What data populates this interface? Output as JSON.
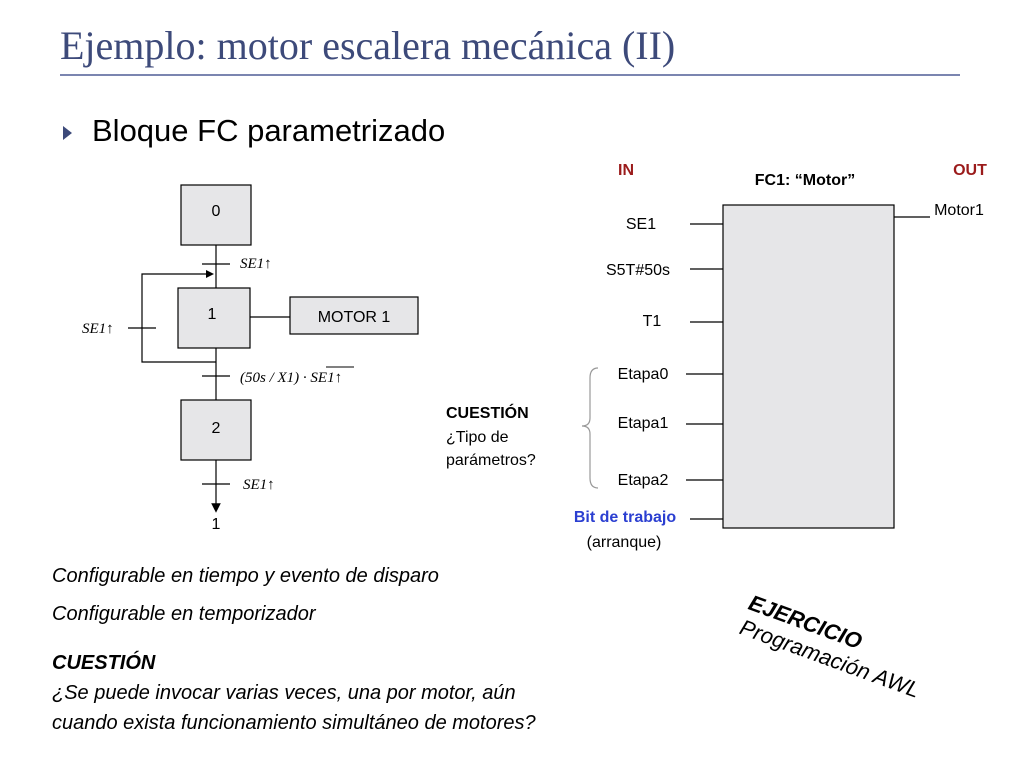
{
  "title": "Ejemplo: motor escalera mecánica (II)",
  "bullet": "Bloque FC parametrizado",
  "grafcet": {
    "steps": [
      "0",
      "1",
      "2"
    ],
    "action": "MOTOR 1",
    "transitions": {
      "t01": "SE1↑",
      "t12": "(50s / X1) · SE1↑",
      "t21": "SE1↑",
      "side": "SE1↑"
    },
    "jump_target": "1"
  },
  "fc": {
    "in_label": "IN",
    "out_label": "OUT",
    "block_title": "FC1: “Motor”",
    "inputs": [
      "SE1",
      "S5T#50s",
      "T1",
      "Etapa0",
      "Etapa1",
      "Etapa2"
    ],
    "work_bit": "Bit de trabajo",
    "work_bit_note": "(arranque)",
    "output": "Motor1",
    "question_title": "CUESTIÓN",
    "question_lines": [
      "¿Tipo de",
      "parámetros?"
    ]
  },
  "notes": {
    "line1": "Configurable en tiempo y evento de disparo",
    "line2": "Configurable en temporizador",
    "question_title": "CUESTIÓN",
    "question_line1": "¿Se puede invocar varias veces, una por motor, aún",
    "question_line2": "cuando exista funcionamiento simultáneo de motores?"
  },
  "exercise": {
    "title": "EJERCICIO",
    "subtitle": "Programación AWL"
  },
  "colors": {
    "title": "#3d4a7a",
    "in_out": "#9b1b1b",
    "work_bit": "#2b3fd1",
    "step_fill": "#e6e6e8"
  }
}
